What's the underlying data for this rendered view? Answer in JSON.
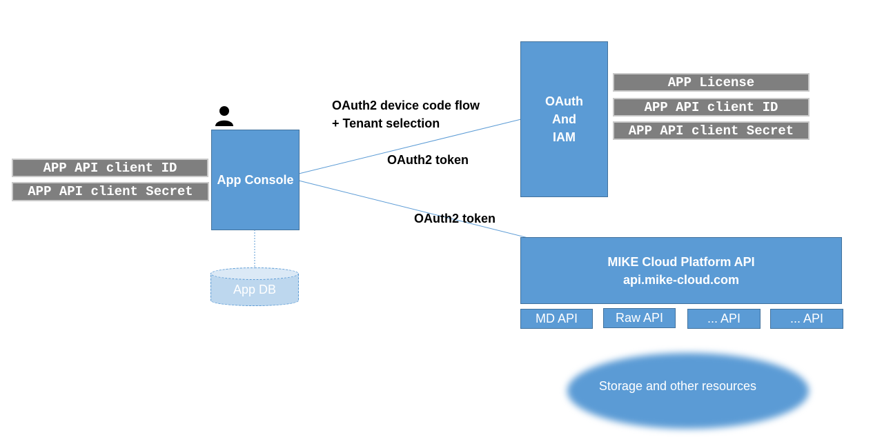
{
  "app_console": {
    "label": "App Console"
  },
  "oauth_iam": {
    "lines": [
      "OAuth",
      "And",
      "IAM"
    ]
  },
  "left_tags": [
    "APP API client ID",
    "APP API client Secret"
  ],
  "right_tags": [
    "APP License",
    "APP API client ID",
    "APP API client Secret"
  ],
  "flows": {
    "device_flow_line1": "OAuth2 device code flow",
    "device_flow_line2": "+ Tenant selection",
    "token_to_iam": "OAuth2 token",
    "token_to_platform": "OAuth2 token"
  },
  "platform": {
    "title": "MIKE Cloud Platform API",
    "url": "api.mike-cloud.com"
  },
  "apis": [
    "MD API",
    "Raw API",
    "... API",
    "... API"
  ],
  "cloud": {
    "label": "Storage and other resources"
  },
  "db": {
    "label": "App DB"
  },
  "colors": {
    "box": "#5b9bd5",
    "tag": "#7f7f7f",
    "db": "#bdd7ee"
  },
  "icons": {
    "user": "person-icon"
  }
}
